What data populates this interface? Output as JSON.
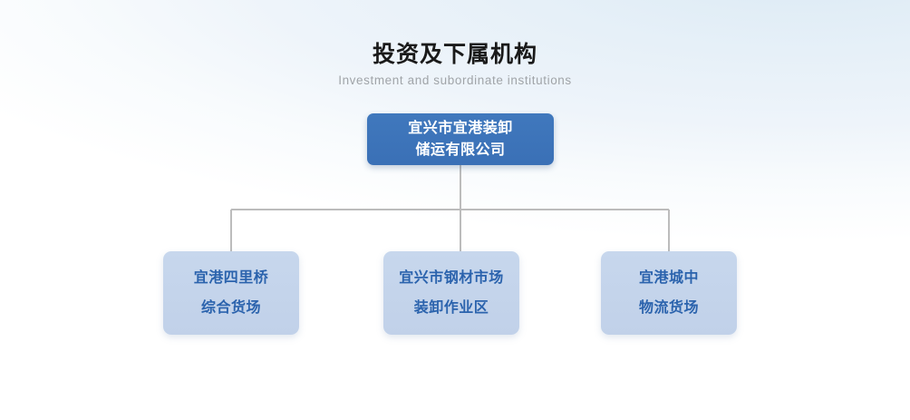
{
  "heading": {
    "title": "投资及下属机构",
    "subtitle": "Investment and subordinate institutions"
  },
  "colors": {
    "root_fill": "#3a70b6",
    "root_text": "#ffffff",
    "child_fill": "#c3d4ec",
    "child_text": "#2b63ad",
    "connector": "#bcbcbc",
    "title_text": "#1a1a1a",
    "subtitle_text": "#a0a4a8",
    "background_top": "#e6f0f8",
    "background_bottom": "#ffffff"
  },
  "chart": {
    "type": "org-chart",
    "root": {
      "name": "宜兴市宜港装卸储运有限公司",
      "line1": "宜兴市宜港装卸",
      "line2": "储运有限公司"
    },
    "children": [
      {
        "name": "宜港四里桥综合货场",
        "line1": "宜港四里桥",
        "line2": "综合货场"
      },
      {
        "name": "宜兴市钢材市场装卸作业区",
        "line1": "宜兴市钢材市场",
        "line2": "装卸作业区"
      },
      {
        "name": "宜港城中物流货场",
        "line1": "宜港城中",
        "line2": "物流货场"
      }
    ]
  }
}
